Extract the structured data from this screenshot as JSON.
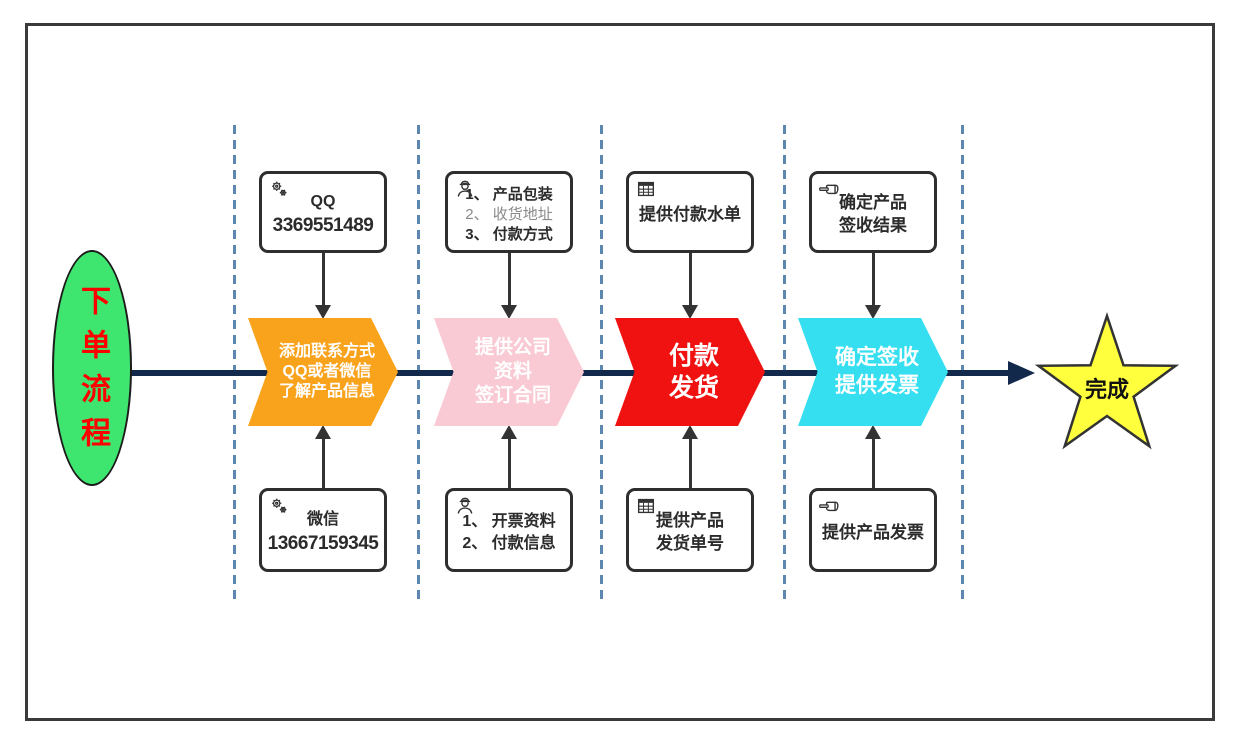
{
  "colors": {
    "main_line": "#13294b",
    "lane_divider": "#5e87b0",
    "connector": "#333333",
    "box_border": "#2e2e2e"
  },
  "ellipse": {
    "label": "下单流程",
    "fill": "#3ee56f",
    "text_color": "#ff0000"
  },
  "star": {
    "label": "完成",
    "fill": "#ffff3e"
  },
  "steps": [
    {
      "chevron": {
        "fill": "#f9a21c",
        "lines": [
          "添加联系方式",
          "QQ或者微信",
          "了解产品信息"
        ]
      },
      "top_box": {
        "icon": "gears-icon",
        "lines": [
          "QQ",
          "3369551489"
        ]
      },
      "bottom_box": {
        "icon": "gears-icon",
        "lines": [
          "微信",
          "13667159345"
        ]
      }
    },
    {
      "chevron": {
        "fill": "#f9cad4",
        "lines": [
          "提供公司",
          "资料",
          "签订合同"
        ]
      },
      "top_box": {
        "icon": "engineer-icon",
        "lines": [
          "1、 产品包装",
          "2、 收货地址",
          "3、 付款方式"
        ]
      },
      "bottom_box": {
        "icon": "engineer-icon",
        "lines": [
          "1、 开票资料",
          "2、 付款信息"
        ]
      }
    },
    {
      "chevron": {
        "fill": "#f01111",
        "lines": [
          "付款",
          "发货"
        ]
      },
      "top_box": {
        "icon": "table-icon",
        "lines": [
          "提供付款水单"
        ]
      },
      "bottom_box": {
        "icon": "table-icon",
        "lines": [
          "提供产品",
          "发货单号"
        ]
      }
    },
    {
      "chevron": {
        "fill": "#35dff0",
        "lines": [
          "确定签收",
          "提供发票"
        ]
      },
      "top_box": {
        "icon": "hand-icon",
        "lines": [
          "确定产品",
          "签收结果"
        ]
      },
      "bottom_box": {
        "icon": "hand-icon",
        "lines": [
          "提供产品发票"
        ]
      }
    }
  ]
}
